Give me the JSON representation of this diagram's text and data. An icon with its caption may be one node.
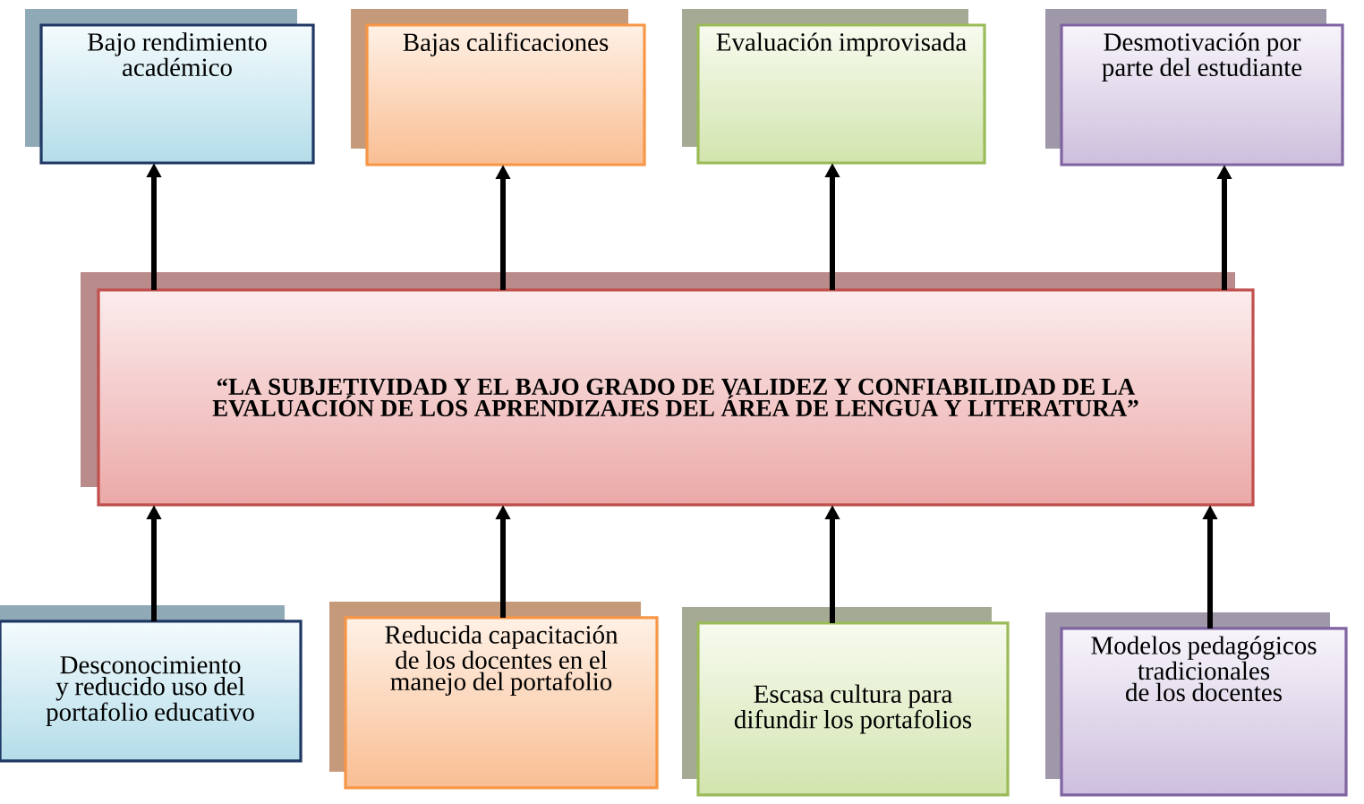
{
  "diagram": {
    "nodes": [
      {
        "text": [
          "Bajo rendimiento académico"
        ]
      },
      {
        "text": [
          "Bajas calificaciones"
        ]
      },
      {
        "text": [
          "Evaluación improvisada"
        ]
      },
      {
        "text": [
          "Desmotivación por parte del estudiante"
        ]
      },
      {
        "text": [
          "“LA SUBJETIVIDAD Y EL BAJO GRADO DE VALIDEZ Y CONFIABILIDAD DE LA EVALUACIÓN DE LOS APRENDIZAJES DEL ÁREA DE LENGUA Y LITERATURA”"
        ]
      },
      {
        "text": [
          "Desconocimiento y reducido uso del portafolio educativo"
        ]
      },
      {
        "text": [
          "Reducida capacitación de los docentes en el manejo del portafolio"
        ]
      },
      {
        "text": [
          "Escasa cultura para difundir los portafolios"
        ]
      },
      {
        "text": [
          "Modelos pedagógicos tradicionales de los docentes"
        ]
      }
    ],
    "edges": [
      {
        "from": 4,
        "to": 0,
        "arrow": "to"
      },
      {
        "from": 4,
        "to": 1,
        "arrow": "to"
      },
      {
        "from": 4,
        "to": 2,
        "arrow": "to"
      },
      {
        "from": 4,
        "to": 3,
        "arrow": "to"
      },
      {
        "from": 5,
        "to": 4,
        "arrow": "to"
      },
      {
        "from": 6,
        "to": 4,
        "arrow": "to"
      },
      {
        "from": 7,
        "to": 4,
        "arrow": "to"
      },
      {
        "from": 8,
        "to": 4,
        "arrow": "to"
      }
    ]
  }
}
